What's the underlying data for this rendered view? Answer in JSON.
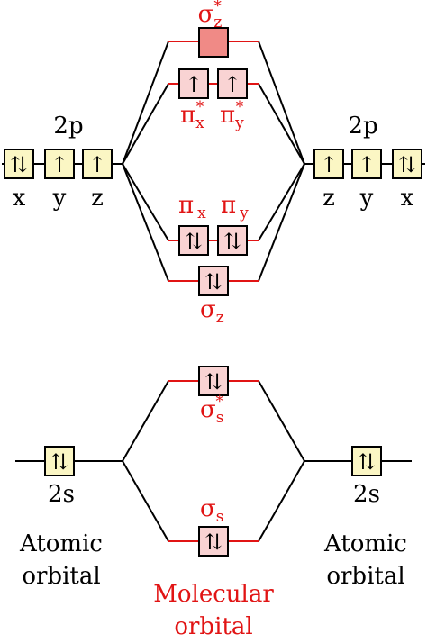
{
  "colors": {
    "ao_box_fill": "#fbf6c4",
    "mo_box_fill": "#f9d3d3",
    "mo_empty_fill": "#f08a86",
    "mo_text": "#e11414",
    "line": "#000000",
    "mo_level": "#e11414"
  },
  "arrow_glyphs": {
    "paired": "⇅",
    "single": "↑"
  },
  "left_atom": {
    "p_label": "2p",
    "p_orbitals": [
      {
        "axis": "x",
        "electrons": "paired"
      },
      {
        "axis": "y",
        "electrons": "single"
      },
      {
        "axis": "z",
        "electrons": "single"
      }
    ],
    "s_label": "2s",
    "s_electrons": "paired",
    "caption_line1": "Atomic",
    "caption_line2": "orbital"
  },
  "right_atom": {
    "p_label": "2p",
    "p_orbitals": [
      {
        "axis": "z",
        "electrons": "single"
      },
      {
        "axis": "y",
        "electrons": "single"
      },
      {
        "axis": "x",
        "electrons": "paired"
      }
    ],
    "s_label": "2s",
    "s_electrons": "paired",
    "caption_line1": "Atomic",
    "caption_line2": "orbital"
  },
  "molecular_orbitals": {
    "sigma_z_star": {
      "symbol": "σ",
      "sub": "z",
      "sup": "*",
      "electrons": "empty"
    },
    "pi_star": [
      {
        "symbol": "π",
        "sub": "x",
        "sup": "*",
        "electrons": "single"
      },
      {
        "symbol": "π",
        "sub": "y",
        "sup": "*",
        "electrons": "single"
      }
    ],
    "pi": [
      {
        "symbol": "π",
        "sub": "x",
        "electrons": "paired"
      },
      {
        "symbol": "π",
        "sub": "y",
        "electrons": "paired"
      }
    ],
    "sigma_z": {
      "symbol": "σ",
      "sub": "z",
      "electrons": "paired"
    },
    "sigma_s_star": {
      "symbol": "σ",
      "sub": "s",
      "sup": "*",
      "electrons": "paired"
    },
    "sigma_s": {
      "symbol": "σ",
      "sub": "s",
      "electrons": "paired"
    }
  },
  "caption": {
    "line1": "Molecular",
    "line2": "orbital"
  }
}
